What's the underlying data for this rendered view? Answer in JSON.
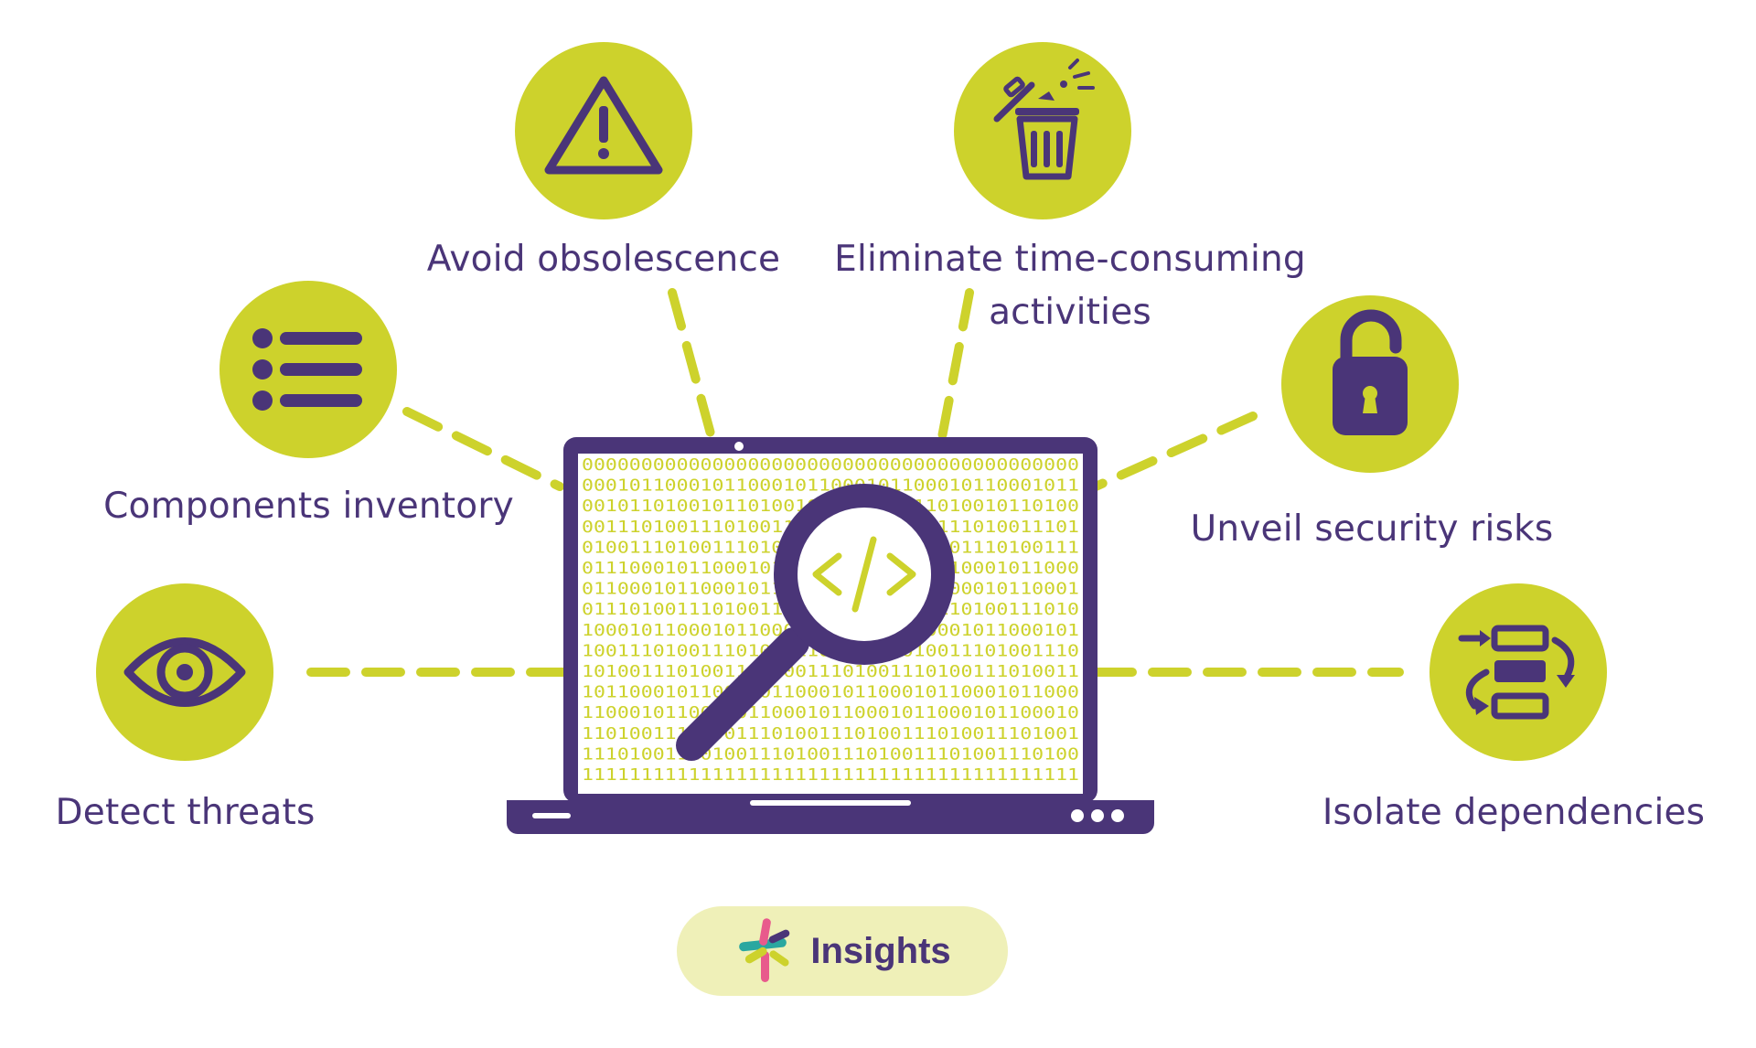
{
  "colors": {
    "accent": "#cdd22c",
    "primary": "#4a3578",
    "pill_background": "#eff0b8",
    "logo": [
      "#2aa7a0",
      "#e85a8c",
      "#cdd22c",
      "#4a3578"
    ]
  },
  "center": {
    "device": "laptop-icon",
    "overlay": "magnifier-code-icon",
    "screen_bits": [
      "000000000000000000000000000000000000000000",
      "000101100010110001011000101100010110001011",
      "001011010010110100101101001011010010110100",
      "001110100111010011101001110100111010011101",
      "010011101001110100111010011101001110100111",
      "011100010110001011000101100010110001011000",
      "011000101100010110001011000101100010110001",
      "011101001110100111010011101001110100111010",
      "100010110001011000101100010110001011000101",
      "100111010011101001110100111010011101001110",
      "101001110100111010011101001110100111010011",
      "101100010110001011000101100010110001011000",
      "110001011000101100010110001011000101100010",
      "110100111010011101001110100111010011101001",
      "111010011101001110100111010011101001110100",
      "111111111111111111111111111111111111111111"
    ]
  },
  "features": [
    {
      "id": "avoid-obsolescence",
      "icon": "warning-icon",
      "lines": [
        "Avoid obsolescence"
      ]
    },
    {
      "id": "eliminate-activities",
      "icon": "trash-icon",
      "lines": [
        "Eliminate time-consuming",
        "activities"
      ]
    },
    {
      "id": "components-inventory",
      "icon": "list-icon",
      "lines": [
        "Components inventory"
      ]
    },
    {
      "id": "unveil-security",
      "icon": "unlock-icon",
      "lines": [
        "Unveil security risks"
      ]
    },
    {
      "id": "detect-threats",
      "icon": "eye-icon",
      "lines": [
        "Detect threats"
      ]
    },
    {
      "id": "isolate-dependencies",
      "icon": "dependencies-icon",
      "lines": [
        "Isolate dependencies"
      ]
    }
  ],
  "brand": {
    "name": "Insights",
    "logo_icon": "insights-logo-icon"
  }
}
